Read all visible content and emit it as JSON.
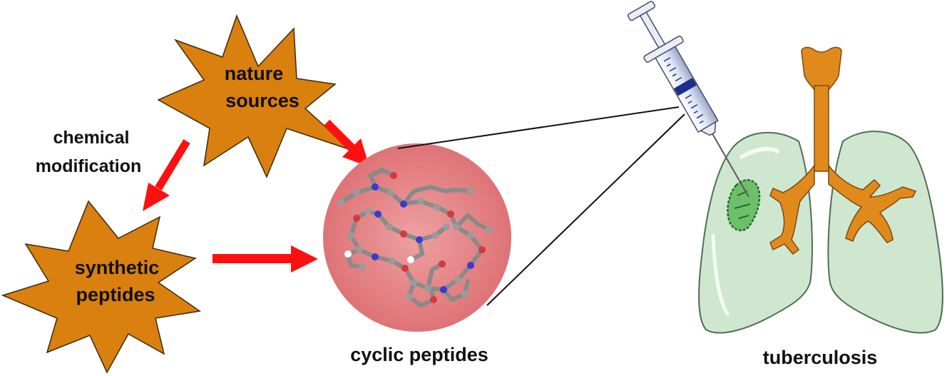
{
  "colors": {
    "star_fill": "#d9800e",
    "star_stroke": "#3a2a10",
    "arrow": "#ff1010",
    "circle_fill": "#e37d80",
    "lung_fill": "#cfe6cf",
    "lung_stroke": "#4f6f4f",
    "trachea": "#e18a1c",
    "lesion": "#2e8b3a",
    "syringe_blue": "#1d2f8a"
  },
  "labels": {
    "nature_line1": "nature",
    "nature_line2": "sources",
    "synthetic_line1": "synthetic",
    "synthetic_line2": "peptides",
    "chemical_line1": "chemical",
    "chemical_line2": "modification",
    "cyclic": "cyclic peptides",
    "tuberculosis": "tuberculosis"
  }
}
